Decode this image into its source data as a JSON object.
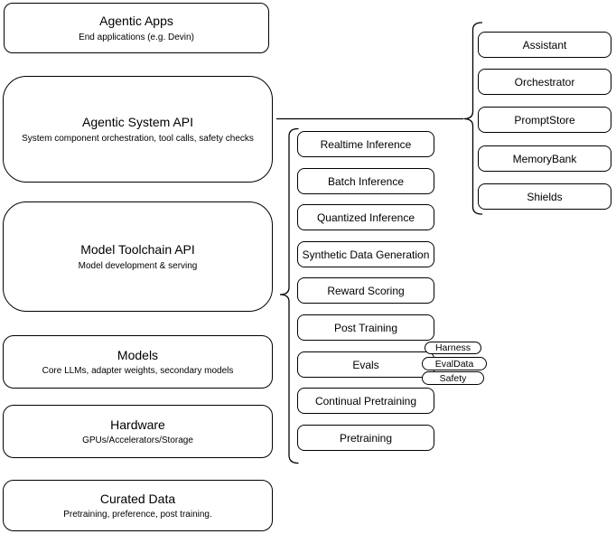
{
  "colors": {
    "stroke": "#000000",
    "fill": "#ffffff",
    "text": "#000000"
  },
  "left_stack": [
    {
      "title": "Agentic Apps",
      "subtitle": "End applications (e.g. Devin)"
    },
    {
      "title": "Agentic System API",
      "subtitle": "System component orchestration, tool calls, safety checks"
    },
    {
      "title": "Model Toolchain API",
      "subtitle": "Model development & serving"
    },
    {
      "title": "Models",
      "subtitle": "Core LLMs, adapter weights, secondary models"
    },
    {
      "title": "Hardware",
      "subtitle": "GPUs/Accelerators/Storage"
    },
    {
      "title": "Curated Data",
      "subtitle": "Pretraining, preference, post training."
    }
  ],
  "toolchain_items": [
    "Realtime Inference",
    "Batch Inference",
    "Quantized Inference",
    "Synthetic Data Generation",
    "Reward Scoring",
    "Post Training",
    "Evals",
    "Continual Pretraining",
    "Pretraining"
  ],
  "eval_tags": [
    "Harness",
    "EvalData",
    "Safety"
  ],
  "agentic_components": [
    "Assistant",
    "Orchestrator",
    "PromptStore",
    "MemoryBank",
    "Shields"
  ]
}
